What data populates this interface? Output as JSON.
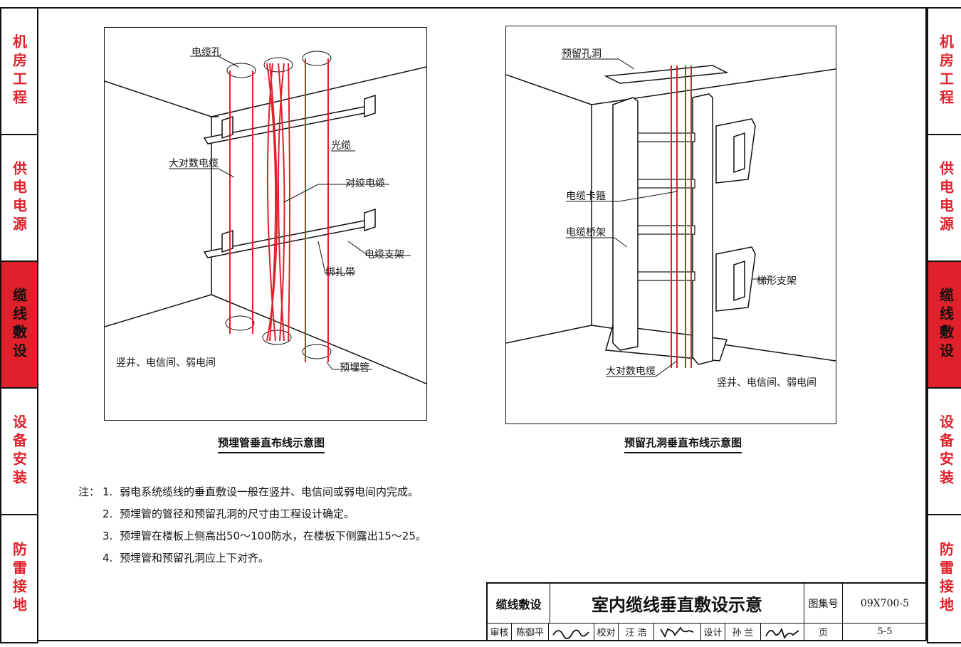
{
  "side_tabs": [
    {
      "label": "机房工程",
      "active": false
    },
    {
      "label": "供电电源",
      "active": false
    },
    {
      "label": "缆线敷设",
      "active": true
    },
    {
      "label": "设备安装",
      "active": false
    },
    {
      "label": "防雷接地",
      "active": false
    }
  ],
  "left_diagram": {
    "caption": "预埋管垂直布线示意图",
    "labels": {
      "cable_hole": "电缆孔",
      "large_pair_cable": "大对数电缆",
      "fiber": "光缆",
      "twisted_pair": "对绞电缆",
      "cable_support": "电缆支架",
      "cable_tie": "绑扎带",
      "shaft": "竖井、电信间、弱电间",
      "embedded_pipe": "预埋管"
    }
  },
  "right_diagram": {
    "caption": "预留孔洞垂直布线示意图",
    "labels": {
      "reserved_hole": "预留孔洞",
      "cable_clamp": "电缆卡箍",
      "cable_tray": "电缆桥架",
      "ladder_bracket": "梯形支架",
      "large_pair_cable": "大对数电缆",
      "shaft": "竖井、电信间、弱电间"
    }
  },
  "notes": {
    "prefix": "注：",
    "items": [
      {
        "num": "1.",
        "text": "弱电系统缆线的垂直敷设一般在竖井、电信间或弱电间内完成。"
      },
      {
        "num": "2.",
        "text": "预埋管的管径和预留孔洞的尺寸由工程设计确定。"
      },
      {
        "num": "3.",
        "text": "预埋管在楼板上侧高出50～100防水，在楼板下侧露出15～25。"
      },
      {
        "num": "4.",
        "text": "预埋管和预留孔洞应上下对齐。"
      }
    ]
  },
  "title_block": {
    "category": "缆线敷设",
    "title": "室内缆线垂直敷设示意",
    "atlas_label": "图集号",
    "atlas_no": "09X700-5",
    "review_label": "审核",
    "reviewer": "陈御平",
    "check_label": "校对",
    "checker": "汪 浩",
    "design_label": "设计",
    "designer": "孙 兰",
    "page_label": "页",
    "page_no": "5-5"
  },
  "colors": {
    "accent": "#e0202a",
    "line": "#111111"
  }
}
